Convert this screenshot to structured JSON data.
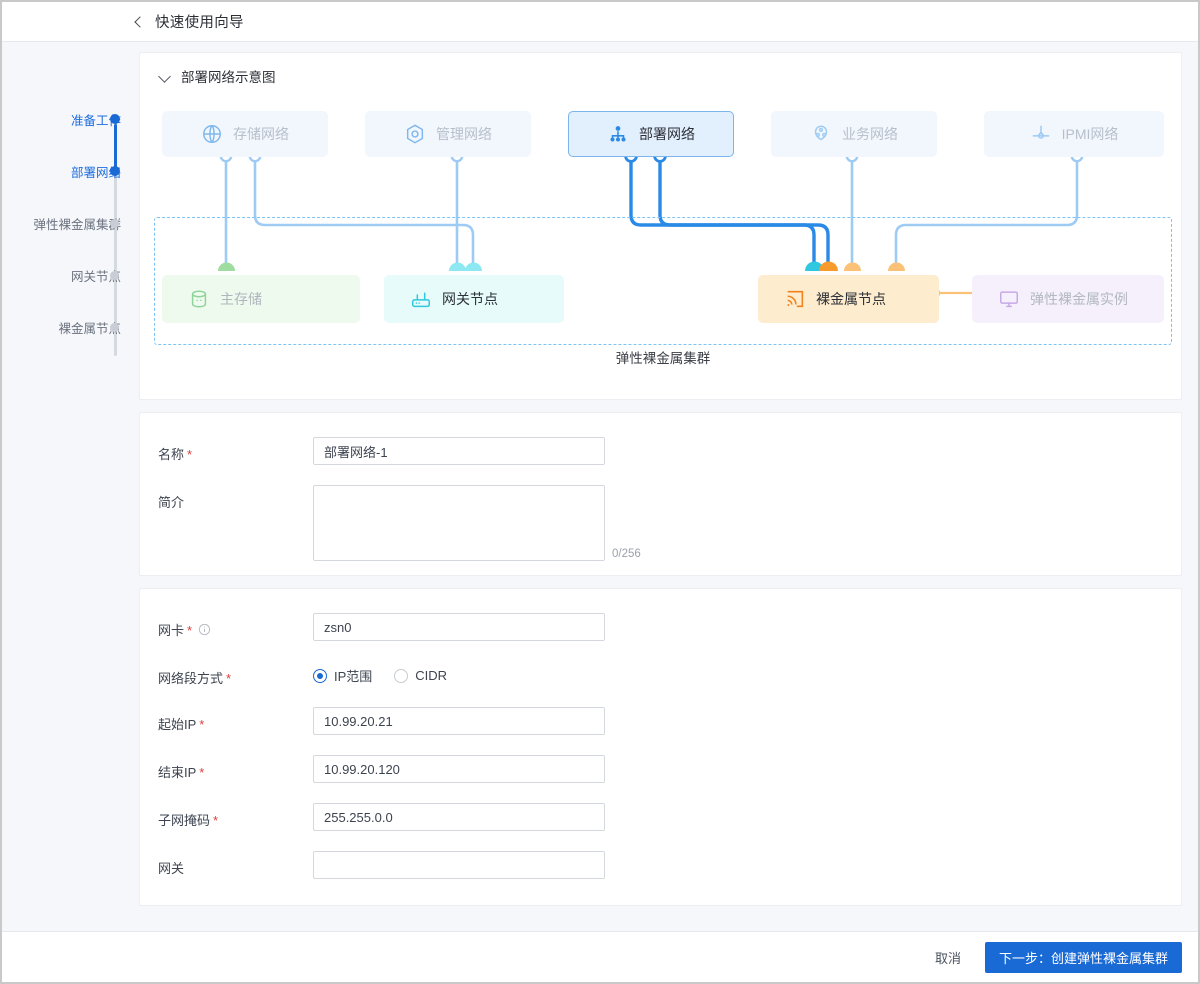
{
  "topbar": {
    "back_icon": "chevron-left-icon",
    "title": "快速使用向导"
  },
  "stepper": {
    "items": [
      {
        "label": "准备工作",
        "state": "active"
      },
      {
        "label": "部署网络",
        "state": "active"
      },
      {
        "label": "弹性裸金属集群",
        "state": "pending"
      },
      {
        "label": "网关节点",
        "state": "pending"
      },
      {
        "label": "裸金属节点",
        "state": "pending"
      }
    ]
  },
  "diagram": {
    "title": "部署网络示意图",
    "caret_icon": "chevron-down-icon",
    "networks": [
      {
        "label": "存储网络",
        "icon": "globe-icon",
        "active": false
      },
      {
        "label": "管理网络",
        "icon": "hexagon-target-icon",
        "active": false
      },
      {
        "label": "部署网络",
        "icon": "sitemap-icon",
        "active": true
      },
      {
        "label": "业务网络",
        "icon": "cloud-nodes-icon",
        "active": false
      },
      {
        "label": "IPMI网络",
        "icon": "ipmi-anchor-icon",
        "active": false
      }
    ],
    "nodes": [
      {
        "label": "主存储",
        "icon": "database-icon"
      },
      {
        "label": "网关节点",
        "icon": "router-icon"
      },
      {
        "label": "裸金属节点",
        "icon": "cast-signal-icon"
      },
      {
        "label": "弹性裸金属实例",
        "icon": "monitor-icon"
      }
    ],
    "cluster_label": "弹性裸金属集群",
    "colors": {
      "active_network": "#7cb4ec",
      "dashed_box": "#7cc4f5",
      "wire_light": "#8fc4f2",
      "wire_strong": "#2b8ae6",
      "storage_node": "#9fdc9f",
      "gateway_node": "#4fd8e8",
      "bare_node": "#f79b2c",
      "bare_node_light": "#fbc177"
    }
  },
  "form_basic": {
    "rows": [
      {
        "label": "名称",
        "required": true,
        "value": "部署网络-1",
        "type": "input"
      },
      {
        "label": "简介",
        "required": false,
        "value": "",
        "type": "textarea",
        "counter": "0/256"
      }
    ]
  },
  "form_network": {
    "nic": {
      "label": "网卡",
      "required": true,
      "value": "zsn0",
      "info_icon": "info-circle-icon"
    },
    "segment_mode": {
      "label": "网络段方式",
      "required": true,
      "options": [
        {
          "label": "IP范围",
          "selected": true
        },
        {
          "label": "CIDR",
          "selected": false
        }
      ]
    },
    "start_ip": {
      "label": "起始IP",
      "required": true,
      "value": "10.99.20.21"
    },
    "end_ip": {
      "label": "结束IP",
      "required": true,
      "value": "10.99.20.120"
    },
    "netmask": {
      "label": "子网掩码",
      "required": true,
      "value": "255.255.0.0"
    },
    "gateway": {
      "label": "网关",
      "required": false,
      "value": ""
    }
  },
  "footer": {
    "cancel_label": "取消",
    "next_label": "下一步：创建弹性裸金属集群",
    "primary_color": "#1a6ad6"
  }
}
